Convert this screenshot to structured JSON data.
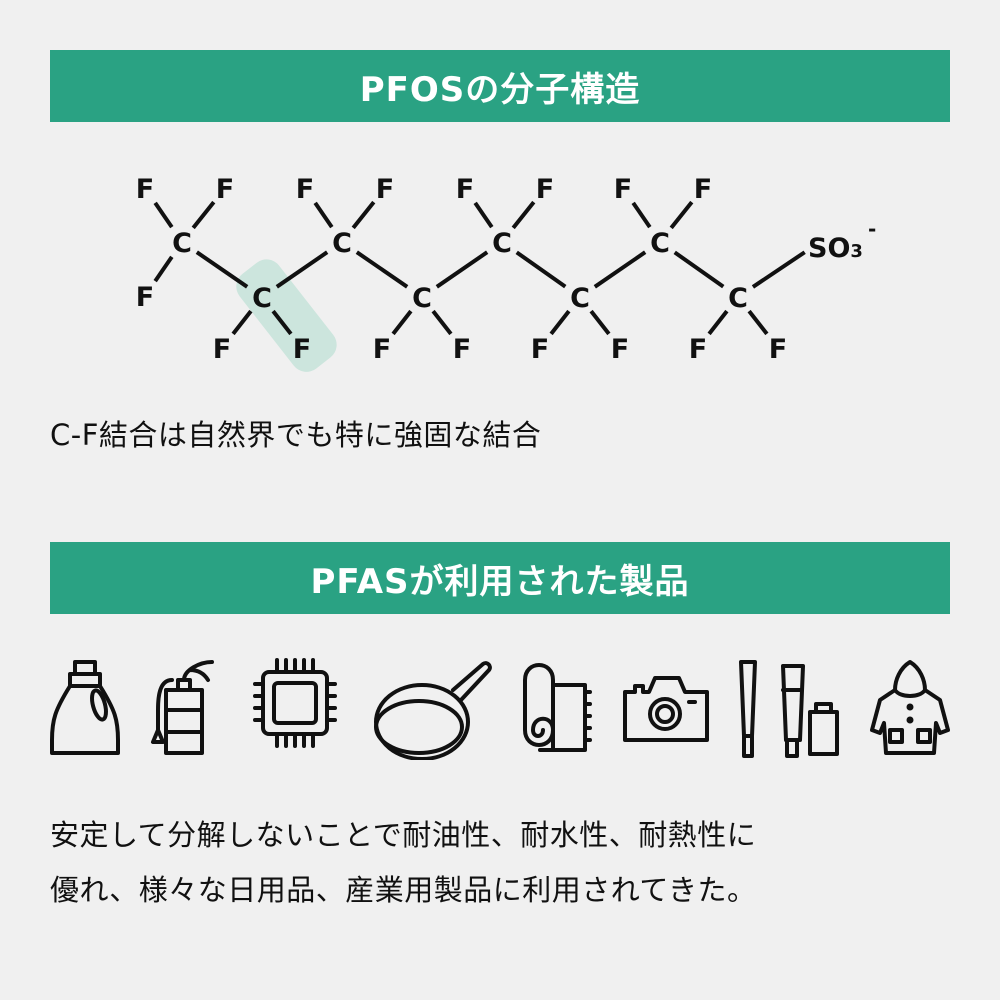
{
  "section1": {
    "title": "PFOSの分子構造",
    "caption": "C-F結合は自然界でも特に強固な結合"
  },
  "molecule": {
    "carbon": "C",
    "fluorine": "F",
    "group": "SO",
    "subscript": "3",
    "charge": "-",
    "highlight_color": "#cce5dd"
  },
  "section2": {
    "title": "PFASが利用された製品",
    "icons": [
      "detergent-bottle-icon",
      "fire-extinguisher-icon",
      "microchip-icon",
      "frying-pan-icon",
      "carpet-roll-icon",
      "camera-icon",
      "cosmetics-icon",
      "raincoat-icon"
    ],
    "lines": [
      "安定して分解しないことで耐油性、耐水性、耐熱性に",
      "優れ、様々な日用品、産業用製品に利用されてきた。"
    ]
  },
  "colors": {
    "accent": "#2aa283",
    "background": "#f0f0f0"
  }
}
